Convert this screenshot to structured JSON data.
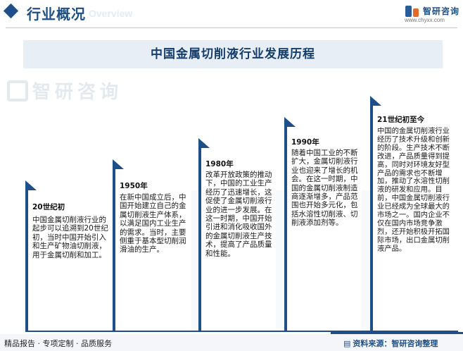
{
  "header": {
    "title": "行业概况",
    "subtitle": "Overview",
    "brand": "智研咨询",
    "url": "www.chyxx.com"
  },
  "main_title": "中国金属切削液行业发展历程",
  "watermark_text": "智研咨询",
  "steps": [
    {
      "year": "20世纪初",
      "text": "中国金属切削液行业的起步可以追溯到20世纪初，当时中国开始引入和生产矿物油切削液，用于金属切削和加工。"
    },
    {
      "year": "1950年",
      "text": "在新中国成立后，中国开始建立自己的金属切削液生产体系，以满足国内工业生产的需求。当时，主要侧重于基本型切削润滑油的生产。"
    },
    {
      "year": "1980年",
      "text": "改革开放政策的推动下，中国的工业生产经历了迅速增长，这促使了金属切削液行业的进一步发展。在这一时期，中国开始引进和消化吸收国外的金属切削液生产技术，提高了产品质量和性能。"
    },
    {
      "year": "1990年",
      "text": "随着中国工业的不断扩大，金属切削液行业也迎来了增长的机会。在这一时期，中国的金属切削液制造商逐渐增多，产品范围也开始多元化，包括水溶性切削液、切削液添加剂等。"
    },
    {
      "year": "21世纪初至今",
      "text": "中国的金属切削液行业经历了技术升级和创新的阶段。生产技术不断改进，产品质量得到提高，同时对环境友好型产品的需求也不断增加，推动了水溶性切削液的研发和应用。目前，中国金属切削液行业已经成为全球最大的市场之一。国内企业不仅在国内市场竞争激烈，还开始积极开拓国际市场，出口金属切削液产品。"
    }
  ],
  "footer": {
    "left": "精品报告 · 专项定制 · 品质服务",
    "source": "资料来源：智研咨询整理",
    "source_icon": "document-icon"
  }
}
